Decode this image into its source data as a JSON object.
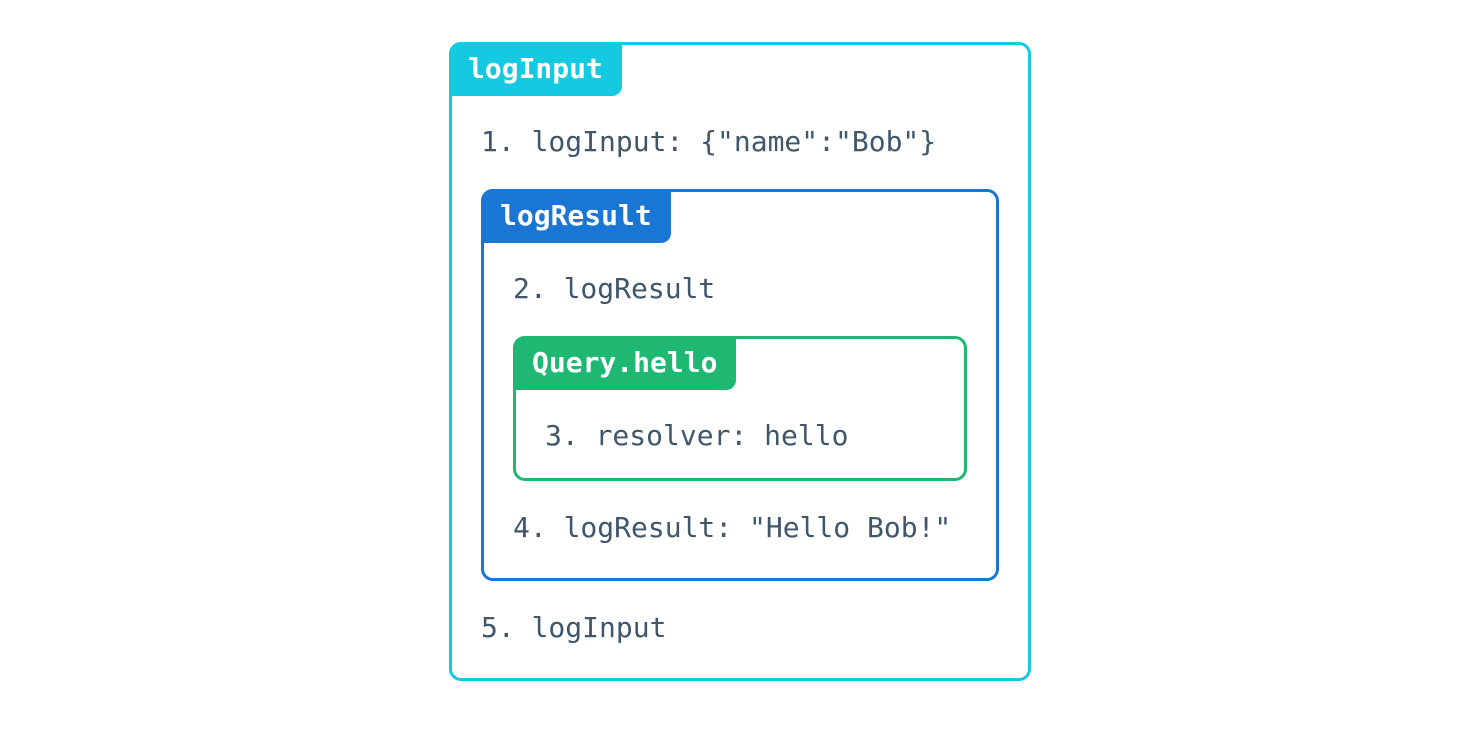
{
  "colors": {
    "outer_box": "#14cae0",
    "middle_box": "#1976d2",
    "inner_box": "#1eb873",
    "step_text": "#40566a",
    "label_text": "#ffffff",
    "background": "#ffffff"
  },
  "labels": {
    "outer": "logInput",
    "middle": "logResult",
    "inner": "Query.hello"
  },
  "steps": {
    "step1": "1. logInput: {\"name\":\"Bob\"}",
    "step2": "2. logResult",
    "step3": "3. resolver: hello",
    "step4": "4. logResult: \"Hello Bob!\"",
    "step5": "5. logInput"
  }
}
